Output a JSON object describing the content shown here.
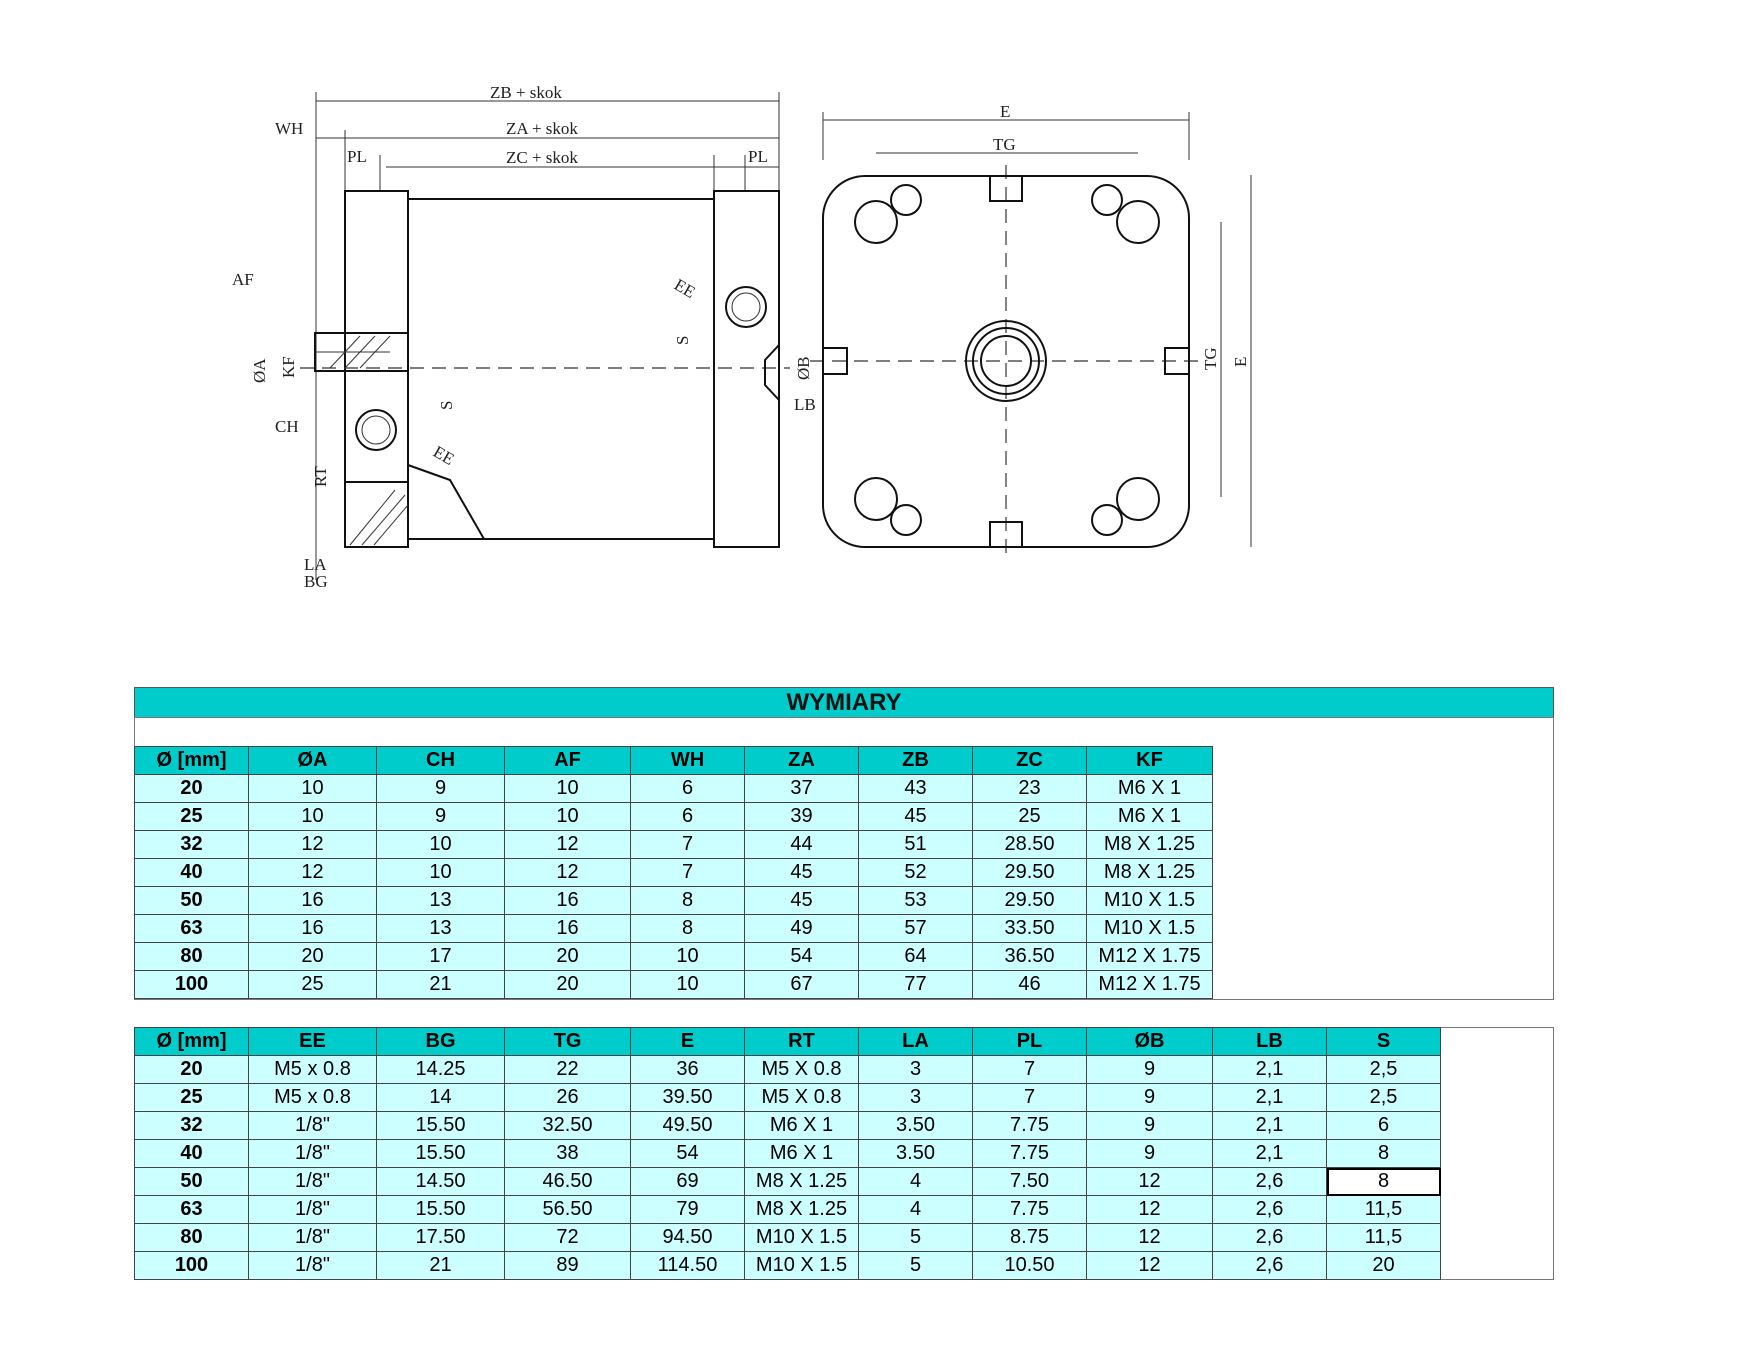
{
  "drawing": {
    "side_labels": [
      "ZB + skok",
      "ZA + skok",
      "ZC + skok",
      "WH",
      "PL",
      "PL",
      "AF",
      "EE",
      "EE",
      "S",
      "S",
      "ØA",
      "KF",
      "CH",
      "ØB",
      "LB",
      "RT",
      "LA",
      "BG"
    ],
    "front_labels": [
      "E",
      "TG",
      "TG",
      "E"
    ]
  },
  "title": "WYMIARY",
  "table1": {
    "headers": [
      "Ø [mm]",
      "ØA",
      "CH",
      "AF",
      "WH",
      "ZA",
      "ZB",
      "ZC",
      "KF"
    ],
    "rows": [
      [
        "20",
        "10",
        "9",
        "10",
        "6",
        "37",
        "43",
        "23",
        "M6 X 1"
      ],
      [
        "25",
        "10",
        "9",
        "10",
        "6",
        "39",
        "45",
        "25",
        "M6 X 1"
      ],
      [
        "32",
        "12",
        "10",
        "12",
        "7",
        "44",
        "51",
        "28.50",
        "M8 X 1.25"
      ],
      [
        "40",
        "12",
        "10",
        "12",
        "7",
        "45",
        "52",
        "29.50",
        "M8 X 1.25"
      ],
      [
        "50",
        "16",
        "13",
        "16",
        "8",
        "45",
        "53",
        "29.50",
        "M10 X 1.5"
      ],
      [
        "63",
        "16",
        "13",
        "16",
        "8",
        "49",
        "57",
        "33.50",
        "M10 X 1.5"
      ],
      [
        "80",
        "20",
        "17",
        "20",
        "10",
        "54",
        "64",
        "36.50",
        "M12 X 1.75"
      ],
      [
        "100",
        "25",
        "21",
        "20",
        "10",
        "67",
        "77",
        "46",
        "M12 X 1.75"
      ]
    ]
  },
  "table2": {
    "headers": [
      "Ø [mm]",
      "EE",
      "BG",
      "TG",
      "E",
      "RT",
      "LA",
      "PL",
      "ØB",
      "LB",
      "S"
    ],
    "rows": [
      [
        "20",
        "M5 x 0.8",
        "14.25",
        "22",
        "36",
        "M5 X 0.8",
        "3",
        "7",
        "9",
        "2,1",
        "2,5"
      ],
      [
        "25",
        "M5 x 0.8",
        "14",
        "26",
        "39.50",
        "M5 X 0.8",
        "3",
        "7",
        "9",
        "2,1",
        "2,5"
      ],
      [
        "32",
        "1/8\"",
        "15.50",
        "32.50",
        "49.50",
        "M6 X 1",
        "3.50",
        "7.75",
        "9",
        "2,1",
        "6"
      ],
      [
        "40",
        "1/8\"",
        "15.50",
        "38",
        "54",
        "M6 X 1",
        "3.50",
        "7.75",
        "9",
        "2,1",
        "8"
      ],
      [
        "50",
        "1/8\"",
        "14.50",
        "46.50",
        "69",
        "M8 X 1.25",
        "4",
        "7.50",
        "12",
        "2,6",
        "8"
      ],
      [
        "63",
        "1/8\"",
        "15.50",
        "56.50",
        "79",
        "M8 X 1.25",
        "4",
        "7.75",
        "12",
        "2,6",
        "11,5"
      ],
      [
        "80",
        "1/8\"",
        "17.50",
        "72",
        "94.50",
        "M10 X 1.5",
        "5",
        "8.75",
        "12",
        "2,6",
        "11,5"
      ],
      [
        "100",
        "1/8\"",
        "21",
        "89",
        "114.50",
        "M10 X 1.5",
        "5",
        "10.50",
        "12",
        "2,6",
        "20"
      ]
    ]
  }
}
